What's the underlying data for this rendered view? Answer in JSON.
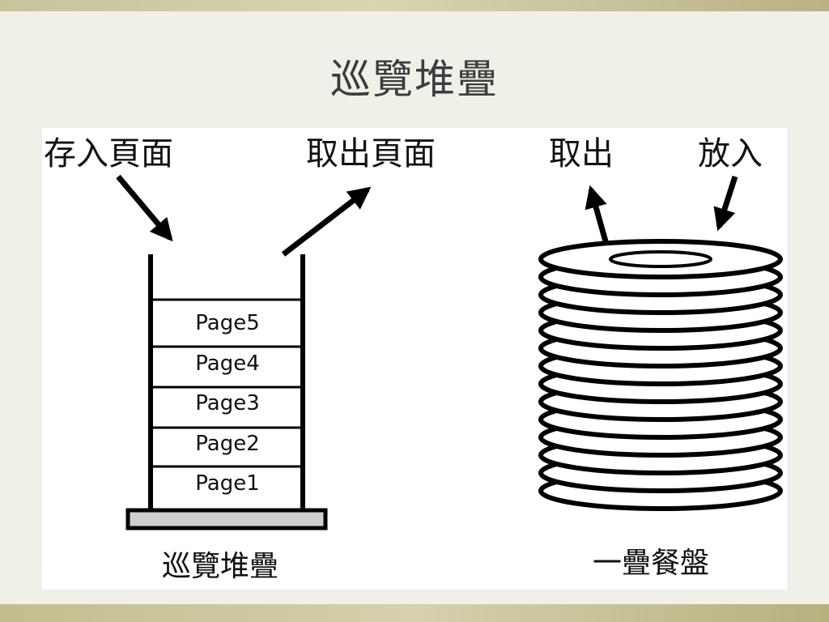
{
  "title": "巡覽堆疊",
  "stack_diagram": {
    "push_label": "存入頁面",
    "pop_label": "取出頁面",
    "pages": [
      "Page5",
      "Page4",
      "Page3",
      "Page2",
      "Page1"
    ],
    "caption": "巡覽堆疊"
  },
  "plate_diagram": {
    "take_label": "取出",
    "put_label": "放入",
    "plate_count": 14,
    "caption": "一疊餐盤"
  }
}
